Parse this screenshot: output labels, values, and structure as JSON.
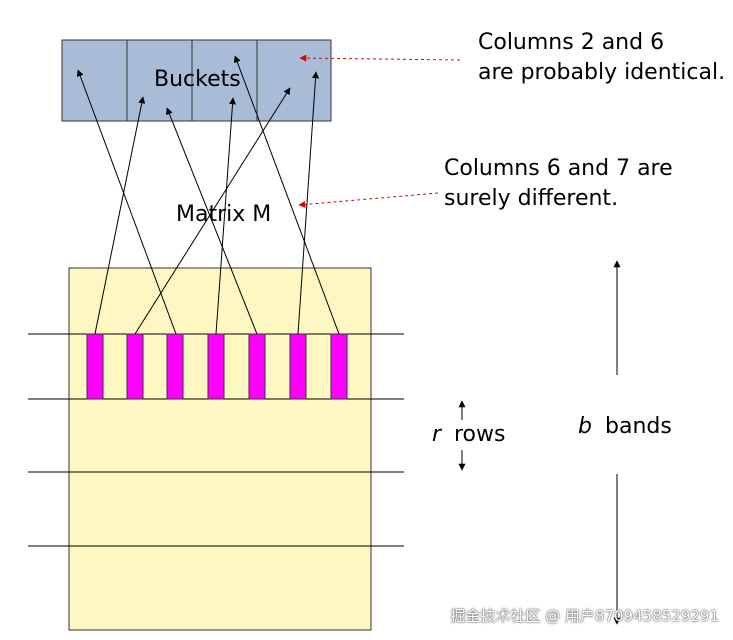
{
  "labels": {
    "buckets": "Buckets",
    "matrix": "Matrix M",
    "annotation_top_line1": "Columns 2 and 6",
    "annotation_top_line2": "are probably identical.",
    "annotation_mid_line1": "Columns 6 and 7 are",
    "annotation_mid_line2": "surely different.",
    "r_var": "r",
    "rows": "rows",
    "b_var": "b",
    "bands": "bands"
  },
  "watermark": "掘金技术社区 @ 用户8709458529291",
  "colors": {
    "bucket_fill": "#a8bcd8",
    "matrix_fill": "#fdf7c2",
    "column_fill": "#ff00ff",
    "annotation_arrow": "#e00000"
  }
}
